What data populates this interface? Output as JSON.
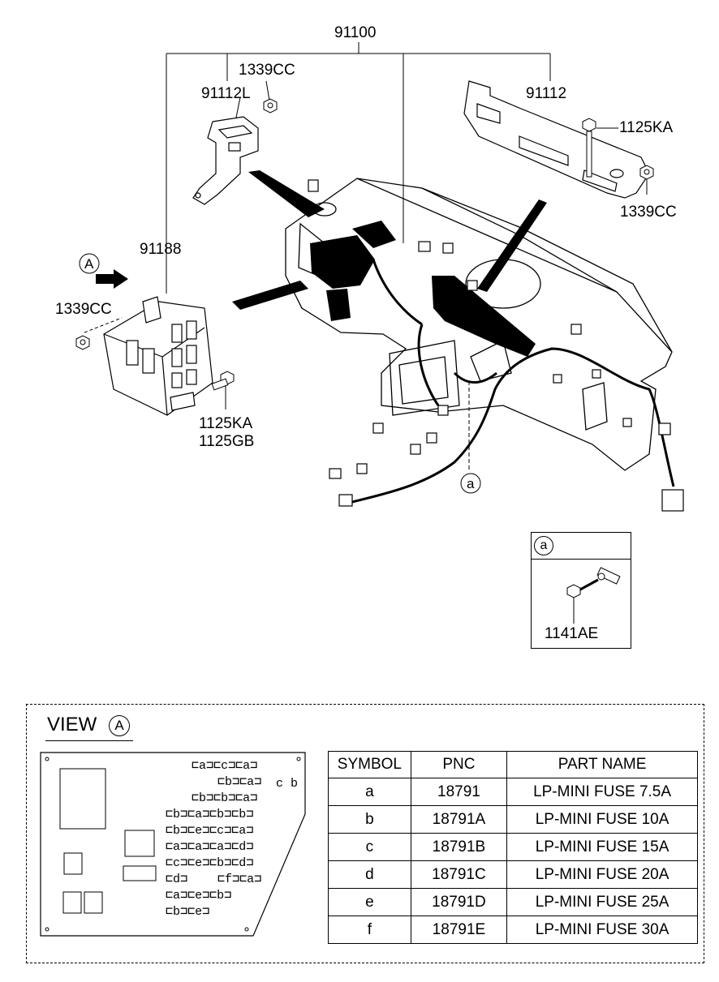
{
  "callouts": {
    "assembly": "91100",
    "nut_top": "1339CC",
    "bracket_left": "91112L",
    "bracket_right": "91112",
    "bolt_right": "1125KA",
    "nut_right": "1339CC",
    "junction_box": "91188",
    "view_ref": "A",
    "nut_left": "1339CC",
    "bolt_left_a": "1125KA",
    "bolt_left_b": "1125GB",
    "detail_ref": "a"
  },
  "detail_inset": {
    "ref": "a",
    "part": "1141AE"
  },
  "view": {
    "title": "VIEW",
    "ref": "A",
    "fuse_rows": [
      "⊏a⊐⊏c⊐⊏a⊐",
      "⊏b⊐⊏a⊐",
      "⊏b⊐⊏b⊐⊏a⊐",
      "⊏b⊐⊏a⊐⊏b⊐⊏b⊐",
      "⊏b⊐⊏e⊐⊏c⊐⊏a⊐",
      "⊏a⊐⊏a⊐⊏a⊐⊏d⊐",
      "⊏c⊐⊏e⊐⊏b⊐⊏d⊐",
      "⊏d⊐",
      "⊏f⊐⊏a⊐",
      "⊏a⊐⊏e⊐⊏b⊐",
      "⊏b⊐⊏e⊐"
    ],
    "side_fuses": "c b"
  },
  "fuse_table": {
    "headers": [
      "SYMBOL",
      "PNC",
      "PART NAME"
    ],
    "rows": [
      [
        "a",
        "18791",
        "LP-MINI FUSE 7.5A"
      ],
      [
        "b",
        "18791A",
        "LP-MINI FUSE 10A"
      ],
      [
        "c",
        "18791B",
        "LP-MINI FUSE 15A"
      ],
      [
        "d",
        "18791C",
        "LP-MINI FUSE 20A"
      ],
      [
        "e",
        "18791D",
        "LP-MINI FUSE 25A"
      ],
      [
        "f",
        "18791E",
        "LP-MINI FUSE 30A"
      ]
    ]
  }
}
